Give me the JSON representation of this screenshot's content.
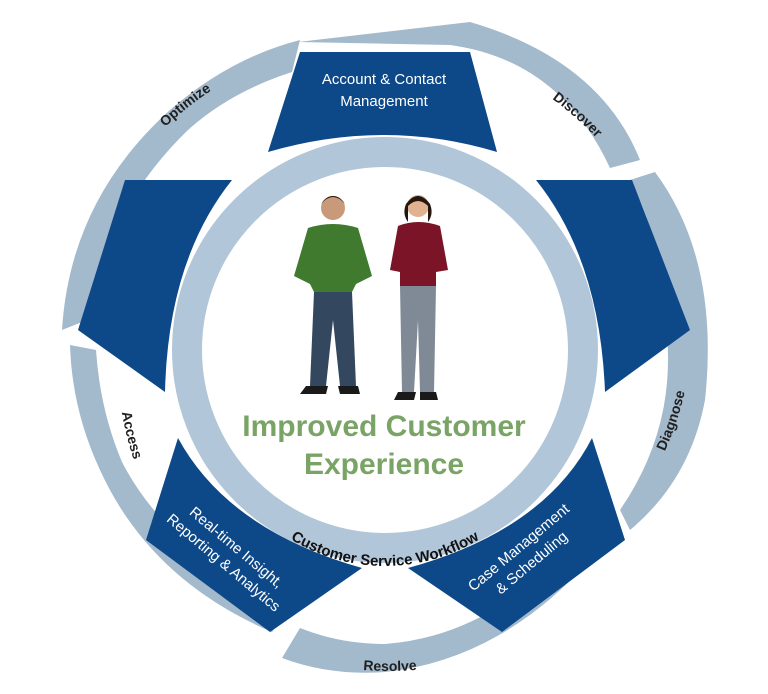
{
  "colors": {
    "outer_ring": "#a3b9cc",
    "inner_ring": "#b1c6d8",
    "box_fill": "#0d4888",
    "title_green": "#7aa465",
    "text_dark": "#1f1f1f"
  },
  "cycle_stages": [
    "Discover",
    "Diagnose",
    "Resolve",
    "Access",
    "Optimize"
  ],
  "boxes": {
    "top": [
      "Account & Contact",
      "Management"
    ],
    "upper_right": "",
    "upper_left": "",
    "lower_right": [
      "Case Management",
      "& Scheduling"
    ],
    "lower_left": [
      "Real-time Insight,",
      "Reporting & Analytics"
    ]
  },
  "center": {
    "title_line1": "Improved Customer",
    "title_line2": "Experience",
    "workflow_label": "Customer Service Workflow"
  },
  "figures": [
    "man-standing",
    "woman-standing"
  ]
}
